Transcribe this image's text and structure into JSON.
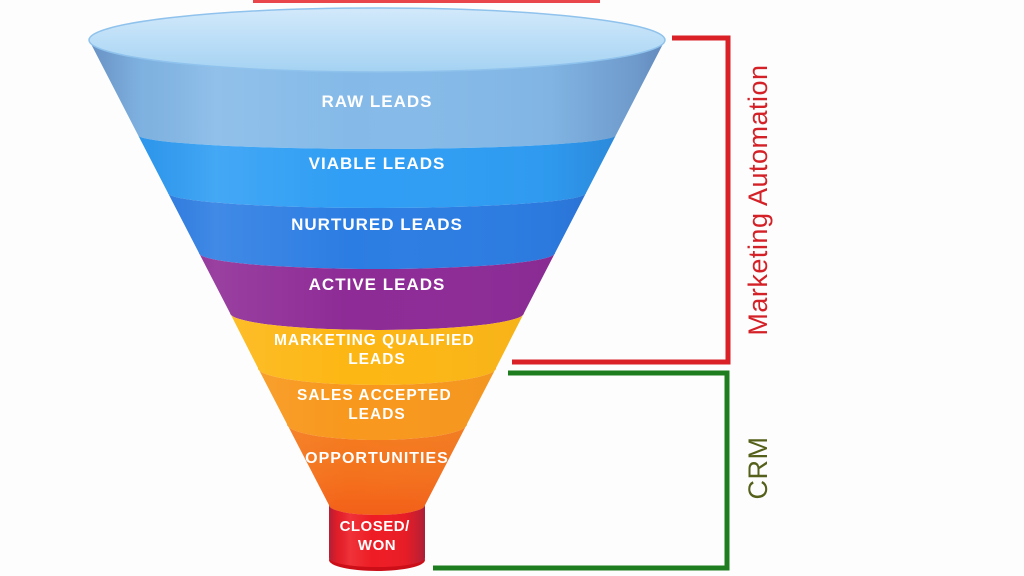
{
  "funnel": {
    "stages": [
      {
        "name": "raw-leads",
        "lines": [
          "RAW LEADS"
        ],
        "color": "#85bae8"
      },
      {
        "name": "viable-leads",
        "lines": [
          "VIABLE LEADS"
        ],
        "color": "#2f9ef4"
      },
      {
        "name": "nurtured-leads",
        "lines": [
          "NURTURED LEADS"
        ],
        "color": "#2c7de3"
      },
      {
        "name": "active-leads",
        "lines": [
          "ACTIVE LEADS"
        ],
        "color": "#8e2b96"
      },
      {
        "name": "marketing-qualified-leads",
        "lines": [
          "MARKETING QUALIFIED",
          "LEADS"
        ],
        "color": "#fdb714"
      },
      {
        "name": "sales-accepted-leads",
        "lines": [
          "SALES ACCEPTED",
          "LEADS"
        ],
        "color": "#f8981d"
      },
      {
        "name": "opportunities",
        "lines": [
          "OPPORTUNITIES"
        ],
        "color": "#f57e20"
      },
      {
        "name": "closed-won",
        "lines": [
          "CLOSED/",
          "WON"
        ],
        "color": "#ee1c24"
      }
    ],
    "label_text_color": "#ffffff",
    "mouth_color_top": "#cfe7f9",
    "mouth_color_bottom": "#a5d2f2",
    "spout_bottom_color": "#cb0e17"
  },
  "annotations": {
    "marketing_automation": {
      "label": "Marketing Automation",
      "text_color": "#d42127",
      "bracket_color": "#da2128"
    },
    "crm": {
      "label": "CRM",
      "text_color": "#55601a",
      "bracket_color": "#1e7d1f"
    }
  },
  "artifacts": {
    "top_line_color": "#e8464b"
  }
}
